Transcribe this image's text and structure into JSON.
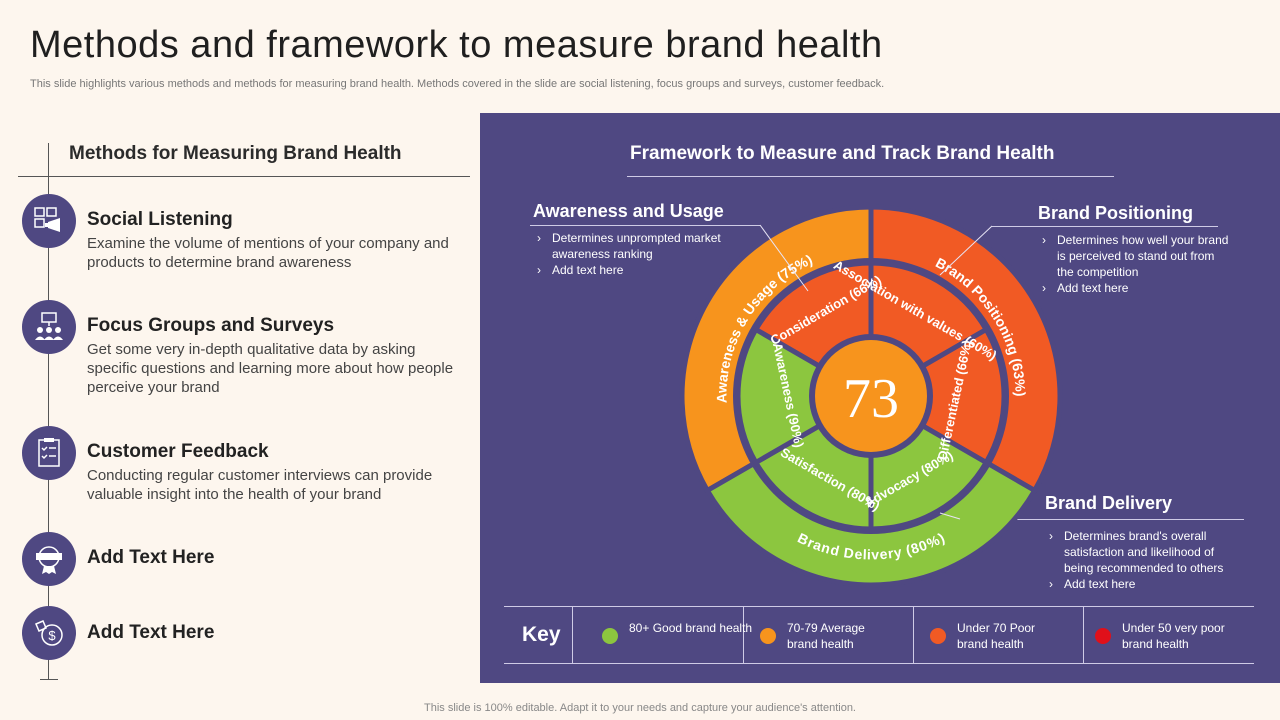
{
  "page": {
    "title": "Methods and framework to measure brand health",
    "subtitle": "This slide highlights various methods and methods for measuring brand health. Methods covered in the slide are social listening, focus groups and surveys, customer feedback.",
    "footer": "This slide is 100% editable. Adapt it to your needs and capture your audience's attention."
  },
  "methods": {
    "heading": "Methods for Measuring Brand Health",
    "items": [
      {
        "title": "Social Listening",
        "desc": "Examine the volume of mentions of your company and products to determine brand awareness",
        "icon": "social-listening-icon"
      },
      {
        "title": "Focus Groups and Surveys",
        "desc": "Get some very in-depth qualitative data by asking specific questions and learning more about how people perceive your brand",
        "icon": "focus-group-icon"
      },
      {
        "title": "Customer Feedback",
        "desc": "Conducting regular customer interviews can provide valuable insight into the health of your brand",
        "icon": "feedback-checklist-icon"
      },
      {
        "title": "Add Text Here",
        "desc": "",
        "icon": "rating-badge-icon"
      },
      {
        "title": "Add Text Here",
        "desc": "",
        "icon": "money-tag-icon"
      }
    ]
  },
  "framework": {
    "heading": "Framework to Measure and Track Brand Health",
    "score": "73",
    "outer_segments": [
      "Awareness & Usage (75%)",
      "Brand Positioning (63%)",
      "Brand Delivery (80%)"
    ],
    "inner_segments": [
      "Consideration (66%)",
      "Association with values (60%)",
      "Differentiated (66%)",
      "Advocacy (80%)",
      "Satisfaction (80%)",
      "Awareness (90%)"
    ],
    "categories": {
      "awareness": {
        "title": "Awareness and Usage",
        "bullets": [
          "Determines unprompted market awareness ranking",
          "Add text here"
        ]
      },
      "positioning": {
        "title": "Brand Positioning",
        "bullets": [
          "Determines how well your brand is perceived to stand out from the competition",
          "Add text here"
        ]
      },
      "delivery": {
        "title": "Brand Delivery",
        "bullets": [
          "Determines brand's overall satisfaction and likelihood of being recommended to others",
          "Add text here"
        ]
      }
    }
  },
  "key": {
    "label": "Key",
    "items": [
      {
        "text": "80+ Good brand health",
        "color": "#8cc63f"
      },
      {
        "text": "70-79 Average brand health",
        "color": "#f7941d"
      },
      {
        "text": "Under 70 Poor brand health",
        "color": "#f15a24"
      },
      {
        "text": "Under 50 very poor brand health",
        "color": "#e0101a"
      }
    ]
  },
  "colors": {
    "panel": "#4f4882",
    "green": "#8cc63f",
    "orange": "#f7941d",
    "red_orange": "#f15a24",
    "center": "#f7941d",
    "very_poor": "#e0101a"
  }
}
